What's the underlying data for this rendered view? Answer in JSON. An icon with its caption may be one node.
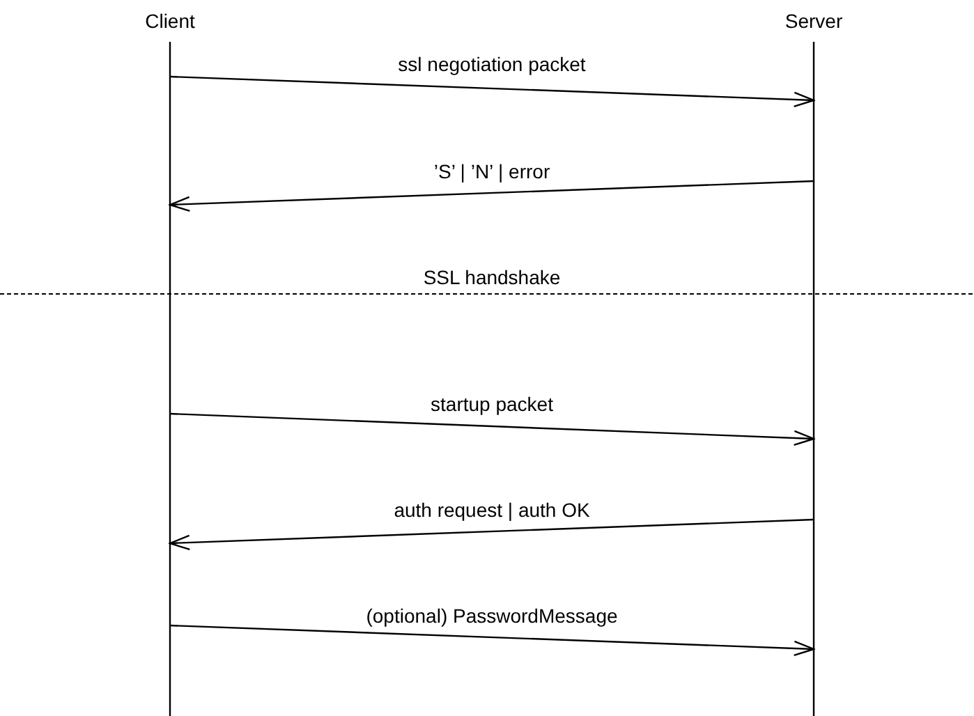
{
  "diagram": {
    "nodes": [
      {
        "text": [
          "Client"
        ]
      },
      {
        "text": [
          "Server"
        ]
      }
    ],
    "edges": [
      {
        "from": 0,
        "to": 1,
        "arrow": "to",
        "label": "ssl negotiation packet"
      },
      {
        "from": 1,
        "to": 0,
        "arrow": "to",
        "label": "’S’ | ’N’ | error"
      },
      {
        "from": 0,
        "to": 1,
        "arrow": "to",
        "label": "startup packet"
      },
      {
        "from": 1,
        "to": 0,
        "arrow": "to",
        "label": "auth request | auth OK"
      },
      {
        "from": 0,
        "to": 1,
        "arrow": "to",
        "label": "(optional) PasswordMessage"
      }
    ],
    "labels": [
      "SSL handshake"
    ]
  }
}
